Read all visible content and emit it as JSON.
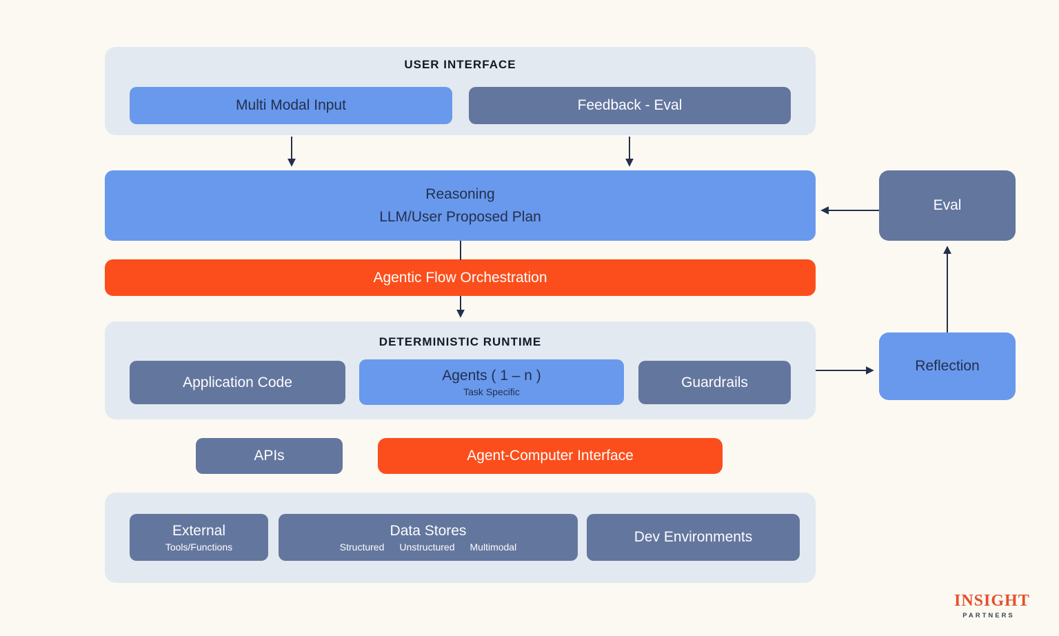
{
  "colors": {
    "background": "#fbf9f2",
    "panel": "#e3e9f0",
    "blue": "#6999ec",
    "slate": "#63769e",
    "orange": "#fb4e1c",
    "navy_text": "#22304e",
    "title_text": "#111826",
    "arrow": "#24304a",
    "logo_orange": "#e64f2a"
  },
  "user_interface": {
    "title": "USER INTERFACE",
    "multi_modal_label": "Multi Modal Input",
    "feedback_label": "Feedback - Eval"
  },
  "reasoning": {
    "line1": "Reasoning",
    "line2": "LLM/User Proposed Plan"
  },
  "eval_box": {
    "label": "Eval"
  },
  "orchestration": {
    "label": "Agentic Flow Orchestration"
  },
  "runtime": {
    "title": "DETERMINISTIC RUNTIME",
    "application_code_label": "Application Code",
    "agents_label": "Agents ( 1 – n )",
    "agents_sublabel": "Task Specific",
    "guardrails_label": "Guardrails"
  },
  "reflection": {
    "label": "Reflection"
  },
  "middleware": {
    "apis_label": "APIs",
    "aci_label": "Agent-Computer Interface"
  },
  "infrastructure": {
    "external_label": "External",
    "external_sublabel": "Tools/Functions",
    "data_stores_label": "Data Stores",
    "data_stores_subitems": [
      "Structured",
      "Unstructured",
      "Multimodal"
    ],
    "dev_environments_label": "Dev Environments"
  },
  "logo": {
    "name": "INSIGHT",
    "subtitle": "PARTNERS"
  }
}
